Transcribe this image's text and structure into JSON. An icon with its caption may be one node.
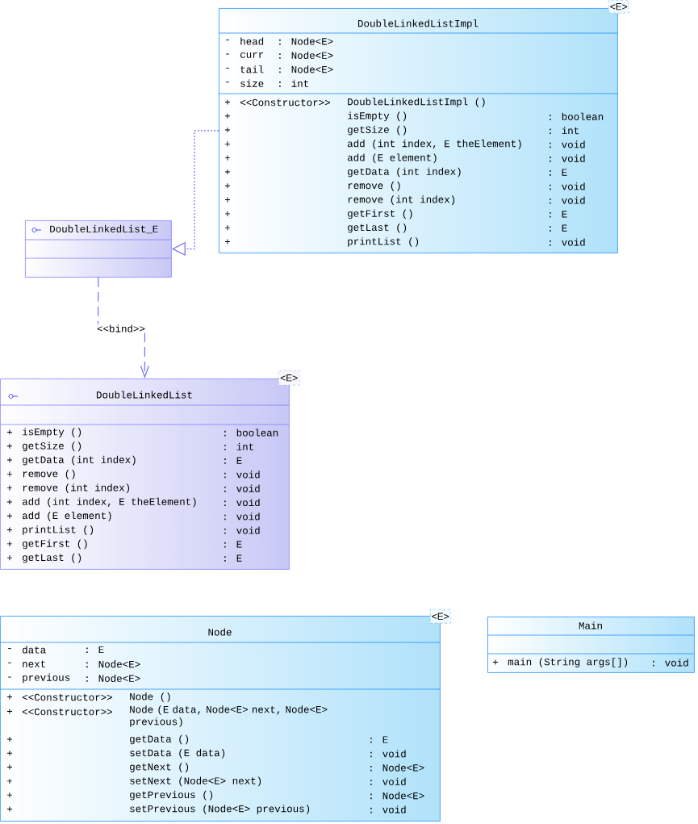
{
  "diagram": {
    "nodes": [
      {
        "text": [
          "DoubleLinkedListImpl",
          "-",
          "head",
          ": Node<E>",
          "-",
          "curr",
          ": Node<E>",
          "-",
          "tail",
          ": Node<E>",
          "-",
          "size",
          ": int",
          "+",
          "<<Constructor>>",
          "DoubleLinkedListImpl ()",
          "+",
          "isEmpty ()",
          ": boolean",
          "+",
          "getSize ()",
          ": int",
          "+",
          "add (int index, E theElement)",
          ": void",
          "+",
          "add (E element)",
          ": void",
          "+",
          "getData (int index)",
          ": E",
          "+",
          "remove ()",
          ": void",
          "+",
          "remove (int index)",
          ": void",
          "+",
          "getFirst ()",
          ": E",
          "+",
          "getLast ()",
          ": E",
          "+",
          "printList ()",
          ": void"
        ]
      },
      {
        "text": [
          "<E>"
        ]
      },
      {
        "text": [
          "DoubleLinkedList_E"
        ]
      },
      {
        "text": [
          "DoubleLinkedList",
          "+",
          "isEmpty ()",
          ": boolean",
          "+",
          "getSize ()",
          ": int",
          "+",
          "getData (int index)",
          ": E",
          "+",
          "remove ()",
          ": void",
          "+",
          "remove (int index)",
          ": void",
          "+",
          "add (int index, E theElement)",
          ": void",
          "+",
          "add (E element)",
          ": void",
          "+",
          "printList ()",
          ": void",
          "+",
          "getFirst ()",
          ": E",
          "+",
          "getLast ()",
          ": E"
        ]
      },
      {
        "text": [
          "<E>"
        ]
      },
      {
        "text": [
          "Node",
          "-",
          "data",
          ": E",
          "-",
          "next",
          ": Node<E>",
          "-",
          "previous",
          ": Node<E>",
          "+",
          "<<Constructor>>",
          "Node ()",
          "+",
          "<<Constructor>>",
          "Node (E data, Node<E> next, Node<E> previous)",
          "+",
          "getData ()",
          ": E",
          "+",
          "setData (E data)",
          ": void",
          "+",
          "getNext ()",
          ": Node<E>",
          "+",
          "setNext (Node<E> next)",
          ": void",
          "+",
          "getPrevious ()",
          ": Node<E>",
          "+",
          "setPrevious (Node<E> previous)",
          ": void"
        ]
      },
      {
        "text": [
          "<E>"
        ]
      },
      {
        "text": [
          "Main",
          "+",
          "main (String args[])",
          ": void"
        ]
      }
    ],
    "edges": [
      {
        "from": 0,
        "to": 2,
        "arrow": "to",
        "style": "dashed"
      },
      {
        "from": 2,
        "to": 3,
        "arrow": "to",
        "style": "dashed",
        "label": "<<bind>>"
      }
    ]
  }
}
